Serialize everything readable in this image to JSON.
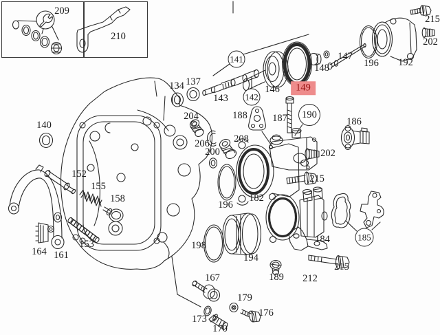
{
  "diagram": {
    "type": "exploded-parts-diagram",
    "line_color": "#2a2a2a",
    "highlight_color": "#ee8c8c",
    "highlight_text_color": "#9a1414",
    "selected_part": "149",
    "labels": {
      "p209": "209",
      "p210": "210",
      "p141": "141",
      "p142": "142",
      "p143": "143",
      "p146": "146",
      "p149": "149",
      "p148": "148",
      "p147": "147",
      "p196_top": "196",
      "p192": "192",
      "p215_top": "215",
      "p202_top": "202",
      "p134": "134",
      "p137": "137",
      "p140": "140",
      "p204": "204",
      "p206": "206",
      "p208": "208",
      "p200": "200",
      "p188": "188",
      "p187": "187",
      "p190": "190",
      "p202_mid": "202",
      "p215_mid": "215",
      "p182": "182",
      "p196_mid": "196",
      "p186": "186",
      "p152": "152",
      "p155": "155",
      "p158": "158",
      "p153": "153",
      "p164": "164",
      "p161": "161",
      "p198": "198",
      "p194": "194",
      "p184": "184",
      "p185": "185",
      "p212": "212",
      "p215_bot": "215",
      "p189": "189",
      "p167": "167",
      "p173": "173",
      "p179": "179",
      "p170": "170",
      "p176": "176"
    }
  }
}
